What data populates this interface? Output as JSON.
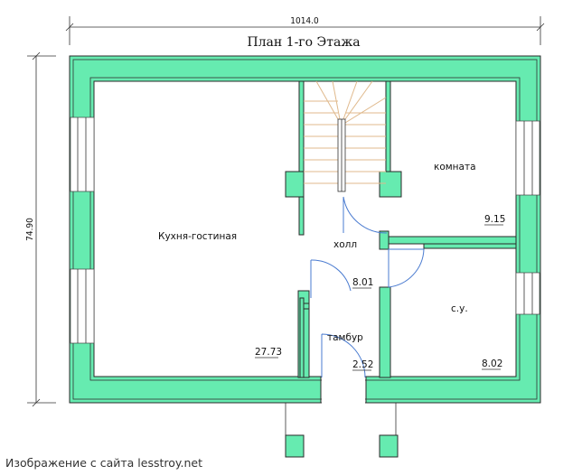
{
  "title": "План 1-го Этажа",
  "dimensions": {
    "width": "1014.0",
    "height": "74.90"
  },
  "rooms": [
    {
      "name": "Кухня-гостиная",
      "area": "27.73"
    },
    {
      "name": "комната",
      "area": "9.15"
    },
    {
      "name": "холл",
      "area": "8.01"
    },
    {
      "name": "с.у.",
      "area": "8.02"
    },
    {
      "name": "тамбур",
      "area": "2.52"
    }
  ],
  "colors": {
    "wall": "#66ebb0",
    "door": "#4a7bd0",
    "stair": "#e0b98c"
  },
  "credit": "Изображение с сайта lesstroy.net"
}
